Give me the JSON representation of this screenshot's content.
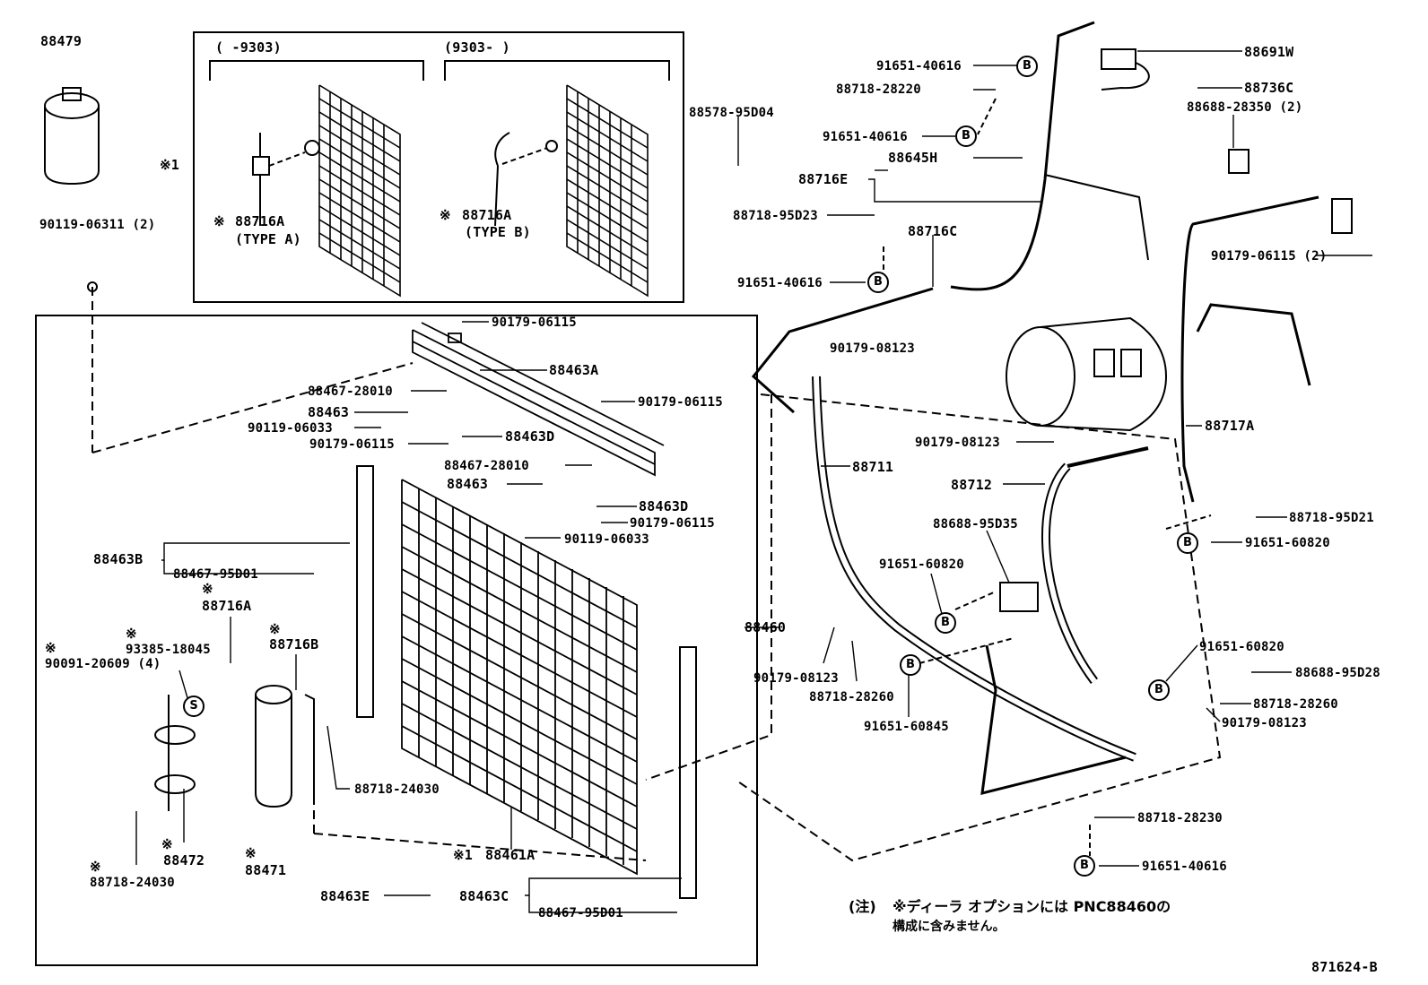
{
  "labels": {
    "p88479": "88479",
    "p90119_06311": "90119-06311 (2)",
    "inset_mark": "※1",
    "range_old": "(  -9303)",
    "range_new": "(9303-  )",
    "p88716A_typeA": "88716A",
    "typeA": "(TYPE A)",
    "p88716A_typeB": "88716A",
    "typeB": "(TYPE B)",
    "p88578": "88578-95D04",
    "p91651_40616_a": "91651-40616",
    "p88718_28220": "88718-28220",
    "p91651_40616_b": "91651-40616",
    "p88645H": "88645H",
    "p88716E": "88716E",
    "p88718_95D23": "88718-95D23",
    "p88716C": "88716C",
    "p91651_40616_c": "91651-40616",
    "p88691W": "88691W",
    "p88736C": "88736C",
    "p88688_28350": "88688-28350 (2)",
    "p90179_06115_r": "90179-06115 (2)",
    "p90179_06115_1": "90179-06115",
    "p88463A": "88463A",
    "p88467_28010_1": "88467-28010",
    "p90179_06115_2": "90179-06115",
    "p88463_1": "88463",
    "p90119_06033_1": "90119-06033",
    "p90179_06115_3": "90179-06115",
    "p88463D_1": "88463D",
    "p88467_28010_2": "88467-28010",
    "p88463_2": "88463",
    "p88463D_2": "88463D",
    "p90179_06115_4": "90179-06115",
    "p90119_06033_2": "90119-06033",
    "p88463B": "88463B",
    "p88467_95D01_1": "88467-95D01",
    "p88716A_main": "88716A",
    "p93385": "93385-18045",
    "p90091": "90091-20609 (4)",
    "p88716B": "88716B",
    "p88460": "88460",
    "p88718_24030_1": "88718-24030",
    "p88472": "88472",
    "p88471": "88471",
    "p88718_24030_2": "88718-24030",
    "p88461A": "88461A",
    "p88461A_mark": "※1",
    "p88463E": "88463E",
    "p88463C": "88463C",
    "p88467_95D01_2": "88467-95D01",
    "p90179_08123_1": "90179-08123",
    "p88711": "88711",
    "p90179_08123_2": "90179-08123",
    "p88712": "88712",
    "p88717A": "88717A",
    "p88688_95D35": "88688-95D35",
    "p91651_60820_1": "91651-60820",
    "p88718_95D21": "88718-95D21",
    "p91651_60820_2": "91651-60820",
    "p90179_08123_3": "90179-08123",
    "p88718_28260_1": "88718-28260",
    "p91651_60845": "91651-60845",
    "p91651_60820_3": "91651-60820",
    "p88688_95D28": "88688-95D28",
    "p88718_28260_2": "88718-28260",
    "p90179_08123_4": "90179-08123",
    "p88718_28230": "88718-28230",
    "p91651_40616_d": "91651-40616"
  },
  "circle_letters": {
    "b": "B",
    "s": "S"
  },
  "star_mark": "※",
  "note": {
    "prefix": "(注)",
    "line1": "※ディーラ オプションには PNC88460の",
    "line2": "構成に含みません。"
  },
  "diagram_id": "871624-B"
}
